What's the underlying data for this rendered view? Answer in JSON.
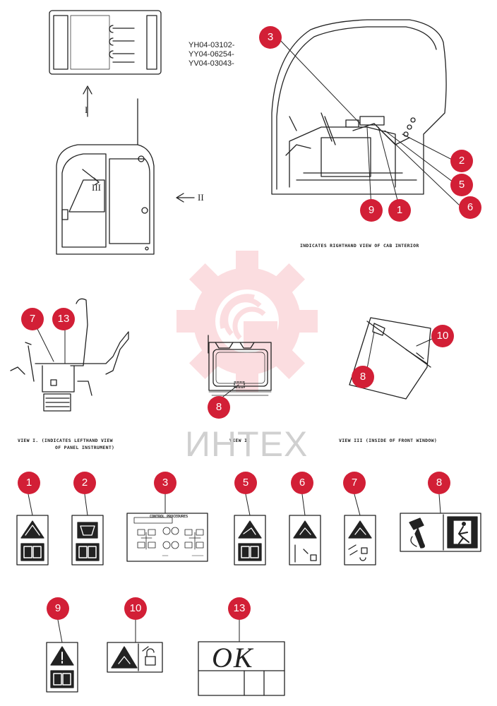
{
  "serials": [
    "YH04-03102-",
    "YY04-06254-",
    "YV04-03043-"
  ],
  "views": {
    "I": "I",
    "II": "II",
    "III": "III"
  },
  "captions": {
    "cab_interior": "INDICATES RIGHTHAND VIEW OF CAB INTERIOR",
    "view1_line1": "VIEW I. (INDICATES LEFTHAND VIEW",
    "view1_line2": "OF PANEL INSTRUMENT)",
    "view2": "VIEW II",
    "view3": "VIEW III (INSIDE OF FRONT WINDOW)"
  },
  "watermark": "ИНТЕХ",
  "callouts": [
    "3",
    "2",
    "5",
    "6",
    "9",
    "1",
    "7",
    "13",
    "8",
    "10",
    "8"
  ],
  "labels_row1": [
    "1",
    "2",
    "3",
    "5",
    "6",
    "7",
    "8"
  ],
  "labels_row2": [
    "9",
    "10",
    "13"
  ],
  "decal3_title": "CONTROL PROCEDURES",
  "decal13_text": "ОК",
  "colors": {
    "badge": "#d21f36",
    "line": "#222222",
    "watermark": "#f4b3b9"
  },
  "icons": [
    "warning-triangle-icon",
    "manual-book-icon",
    "running-man-icon",
    "hammer-hand-icon",
    "lock-icon"
  ]
}
